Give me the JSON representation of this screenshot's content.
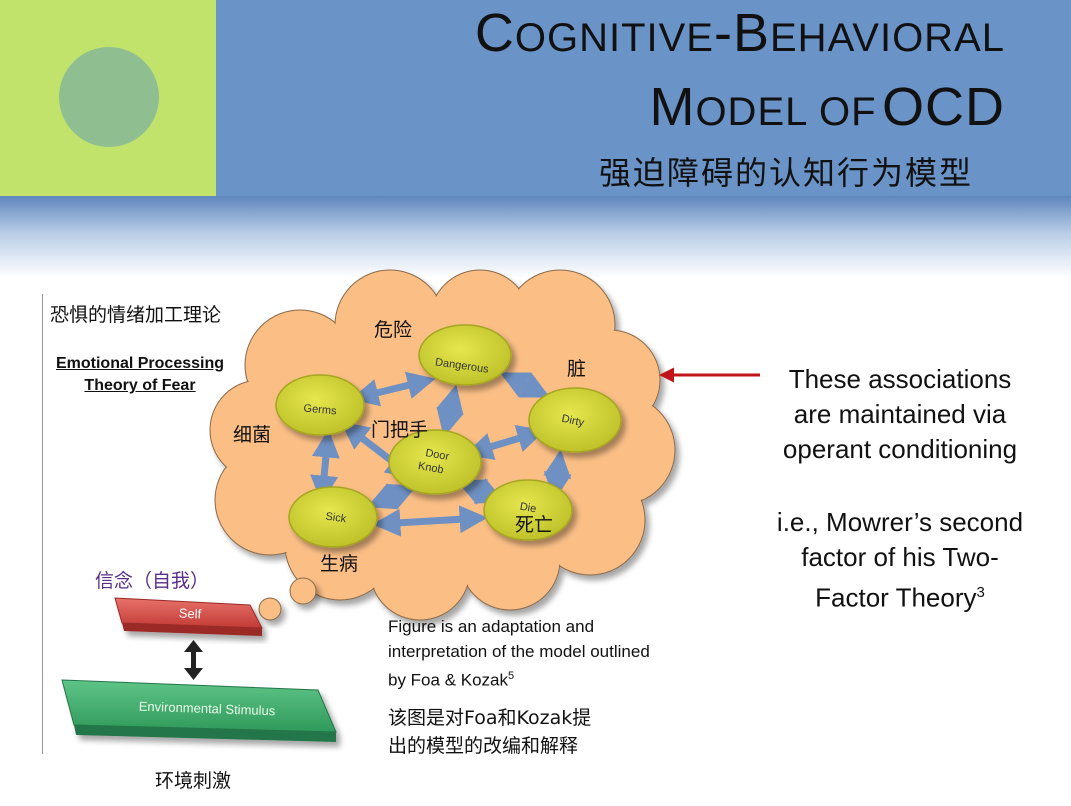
{
  "header": {
    "title_line1": {
      "cap1": "C",
      "rest1": "OGNITIVE",
      "dash": "-",
      "cap2": "B",
      "rest2": "EHAVIORAL"
    },
    "title_line2": {
      "cap1": "M",
      "rest1": "ODEL OF",
      "acronym": "OCD"
    },
    "subtitle_cn": "强迫障碍的认知行为模型"
  },
  "left_panel": {
    "theory_cn": "恐惧的情绪加工理论",
    "theory_en": "Emotional Processing Theory of Fear",
    "belief_cn": "信念（自我）",
    "stimulus_cn": "环境刺激"
  },
  "diagram": {
    "nodes": [
      {
        "id": "dangerous",
        "label": "Dangerous",
        "cn": "危险"
      },
      {
        "id": "germs",
        "label": "Germs",
        "cn": "细菌"
      },
      {
        "id": "dirty",
        "label": "Dirty",
        "cn": "脏"
      },
      {
        "id": "doorknob",
        "label_l1": "Door",
        "label_l2": "Knob",
        "cn": "门把手"
      },
      {
        "id": "sick",
        "label": "Sick",
        "cn": "生病"
      },
      {
        "id": "die",
        "label": "Die",
        "cn": "死亡"
      }
    ],
    "self_label": "Self",
    "env_label": "Environmental Stimulus",
    "colors": {
      "cloud": "#fbbf86",
      "node": "#d6d637",
      "arrow": "#6f90c2",
      "self": "#d9534f",
      "env": "#3fae6a",
      "red_arrow": "#c0141a"
    }
  },
  "right_panel": {
    "assoc_lines": [
      "These associations",
      "are maintained via",
      "operant conditioning"
    ],
    "mowrer_lines": [
      "i.e., Mowrer’s second",
      "factor of his Two-",
      "Factor Theory"
    ],
    "mowrer_ref": "3"
  },
  "notes": {
    "figure_text": "Figure is an adaptation and interpretation of the model outlined by Foa & Kozak",
    "figure_ref": "5",
    "figure_cn_lines": [
      "该图是对Foa和Kozak提",
      "出的模型的改编和解释"
    ]
  }
}
